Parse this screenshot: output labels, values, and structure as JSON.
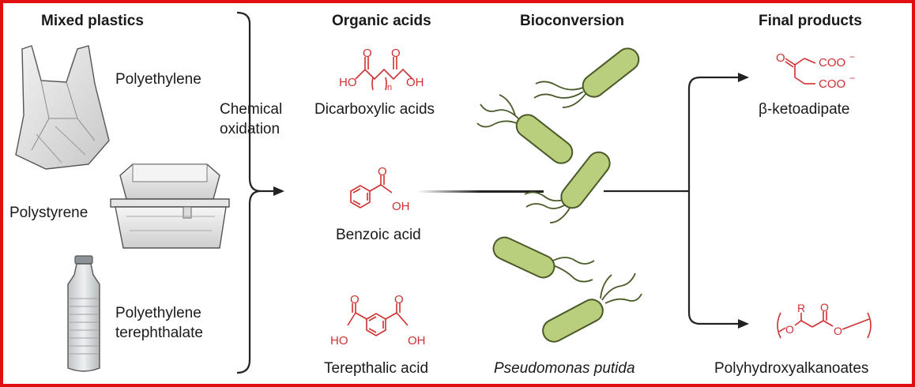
{
  "headers": {
    "mixed_plastics": "Mixed plastics",
    "organic_acids": "Organic acids",
    "bioconversion": "Bioconversion",
    "final_products": "Final products"
  },
  "plastics": {
    "polyethylene": "Polyethylene",
    "polystyrene": "Polystyrene",
    "pet_line1": "Polyethylene",
    "pet_line2": "terephthalate"
  },
  "process": {
    "line1": "Chemical",
    "line2": "oxidation"
  },
  "acids": {
    "dicarboxylic": "Dicarboxylic acids",
    "benzoic": "Benzoic acid",
    "terephthalic": "Terepthalic acid"
  },
  "organism": "Pseudomonas putida",
  "products": {
    "ketoadipate": "β-ketoadipate",
    "pha": "Polyhydroxyalkanoates"
  },
  "chem_labels": {
    "ho": "HO",
    "oh": "OH",
    "o": "O",
    "n": "n",
    "coo": "COO",
    "minus": "−",
    "r": "R"
  },
  "colors": {
    "frame": "#e01010",
    "chem": "#d03030",
    "bacteria_fill": "#b9cf7e",
    "bacteria_stroke": "#4a5a28"
  }
}
